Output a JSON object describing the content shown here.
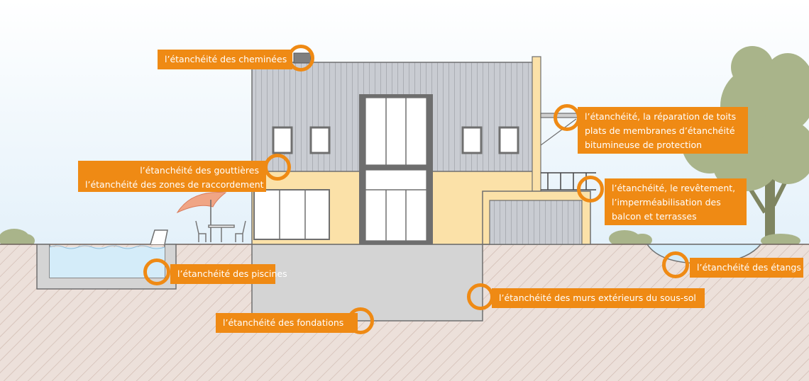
{
  "colors": {
    "accent": "#ef8a14",
    "wall": "#fbe1a8",
    "roof": "#c6c9cf",
    "ground": "#d8c6bd",
    "water": "#d4ecf9",
    "concrete": "#d4d4d4",
    "tree": "#a9b48a"
  },
  "labels": {
    "chimneys": "l’étanchéité des cheminées",
    "flat_roof": [
      "l’étanchéité, la réparation de toits",
      "plats de membranes d’étanchéité",
      "bitumineuse de protection"
    ],
    "gutters": [
      "l’étanchéité des gouttières",
      "l’étanchéité des zones de raccordement"
    ],
    "balcony": [
      "l’étanchéité, le revêtement,",
      "l’imperméabilisation des",
      "balcon et terrasses"
    ],
    "pools": "l’étanchéité des piscines",
    "ponds": "l’étanchéité des étangs",
    "basement_walls": "l’étanchéité des murs extérieurs du sous-sol",
    "foundations": "l’étanchéité des fondations"
  }
}
